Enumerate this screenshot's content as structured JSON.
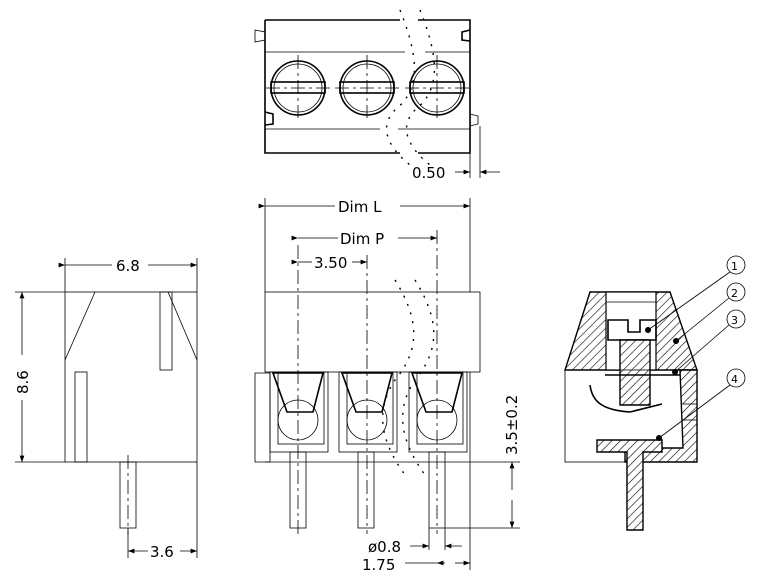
{
  "drawing": {
    "top_view": {
      "dim_offset": "0.50"
    },
    "front_view": {
      "dim_length": "Dim  L",
      "dim_pitch": "Dim  P",
      "pitch": "3.50",
      "pin_length": "3.5±0.2",
      "pin_diameter": "ø0.8",
      "edge_offset": "1.75"
    },
    "side_view": {
      "width": "6.8",
      "height": "8.6",
      "pin_offset": "3.6"
    },
    "section_view": {
      "callouts": [
        "1",
        "2",
        "3",
        "4"
      ]
    }
  }
}
